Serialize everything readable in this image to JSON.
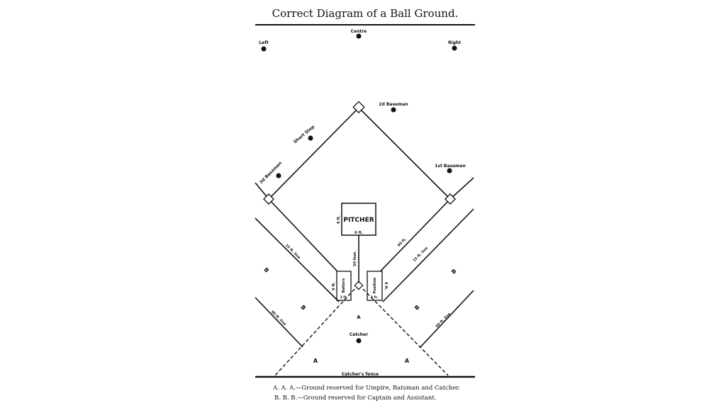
{
  "title": "Correct Diagram of a Ball Ground.",
  "positions": {
    "centre": "Centre",
    "left": "Left",
    "right": "Right",
    "second_baseman": "2d Baseman",
    "short_stop": "Short Stop",
    "third_baseman": "3d Baseman",
    "first_baseman": "1st Baseman",
    "catcher": "Catcher"
  },
  "pitcher": {
    "label": "PITCHER",
    "side": "6 ft.",
    "bottom": "6 ft."
  },
  "measures": {
    "fifty_feet": "50 feet.",
    "ninety_ft": "90 ft.",
    "fifteen_left": "15 ft. line",
    "fifteen_right": "15 ft. line",
    "sixty_left": "60 ft. line",
    "sixty_right": "60 ft. line",
    "batters_side": "6 ft.",
    "batters_bottom": "3 ft.",
    "position_side": "6 ft.",
    "position_bottom": "3 ft."
  },
  "boxes": {
    "batters": "Batters",
    "position": "Position"
  },
  "zones": {
    "a": "A",
    "b": "B"
  },
  "fence": "Catcher's fence",
  "legend": [
    "A. A. A.—Ground reserved for Umpire, Batsman and Catcher.",
    "B. B. B.—Ground reserved for Captain and Assistant."
  ]
}
